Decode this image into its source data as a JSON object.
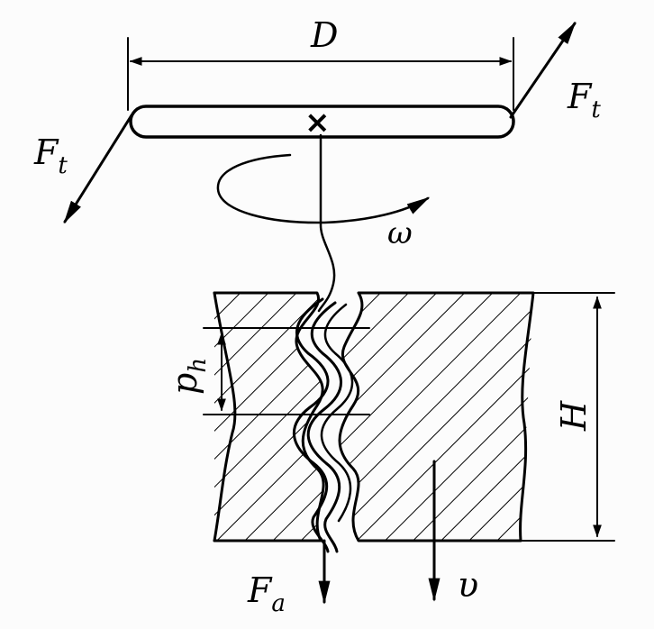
{
  "labels": {
    "D": "D",
    "Ft": "F",
    "Ft_sub": "t",
    "omega": "ω",
    "ph": "p",
    "ph_sub": "h",
    "H": "H",
    "Fa": "F",
    "Fa_sub": "a",
    "v": "υ",
    "center_mark": "×"
  },
  "colors": {
    "ink": "#000000",
    "paper": "#fcfcfc"
  }
}
